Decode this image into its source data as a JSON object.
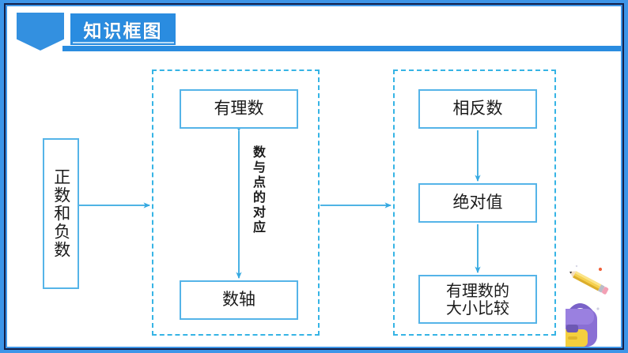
{
  "slide": {
    "header": {
      "title": "知识框图",
      "pennant_icon": "pennant-icon",
      "accent_color": "#2a8ce0",
      "frame_color": "#3d95e8",
      "inner_frame_color": "#14204a"
    },
    "diagram": {
      "type": "flowchart",
      "node_border_color": "#55b4e8",
      "group_border_color": "#36b4e5",
      "connector_color": "#36a9e1",
      "nodes": [
        {
          "id": "posneg",
          "label": "正数和负数",
          "orientation": "vertical",
          "group": null
        },
        {
          "id": "rational",
          "label": "有理数",
          "orientation": "horizontal",
          "group": "middle"
        },
        {
          "id": "axis",
          "label": "数轴",
          "orientation": "horizontal",
          "group": "middle"
        },
        {
          "id": "opposite",
          "label": "相反数",
          "orientation": "horizontal",
          "group": "right"
        },
        {
          "id": "abs",
          "label": "绝对值",
          "orientation": "horizontal",
          "group": "right"
        },
        {
          "id": "compare",
          "label": "有理数的\n大小比较",
          "orientation": "horizontal",
          "group": "right"
        }
      ],
      "edges": [
        {
          "from": "posneg",
          "to": "middle-group",
          "arrow": "single",
          "label": ""
        },
        {
          "from": "rational",
          "to": "axis",
          "arrow": "double",
          "label": "数与点的对应"
        },
        {
          "from": "middle-group",
          "to": "right-group",
          "arrow": "single",
          "label": ""
        },
        {
          "from": "opposite",
          "to": "abs",
          "arrow": "single",
          "label": ""
        },
        {
          "from": "abs",
          "to": "compare",
          "arrow": "single",
          "label": ""
        }
      ],
      "edge_labels": {
        "middle_vertical": "数与点的对应"
      }
    },
    "decoration": {
      "backpack_icon": "backpack-icon",
      "pencil_icon": "pencil-icon",
      "backpack_color": "#8a6fd4",
      "backpack_pocket_color": "#f4cf3e",
      "pencil_body_color": "#f5d04e"
    }
  }
}
